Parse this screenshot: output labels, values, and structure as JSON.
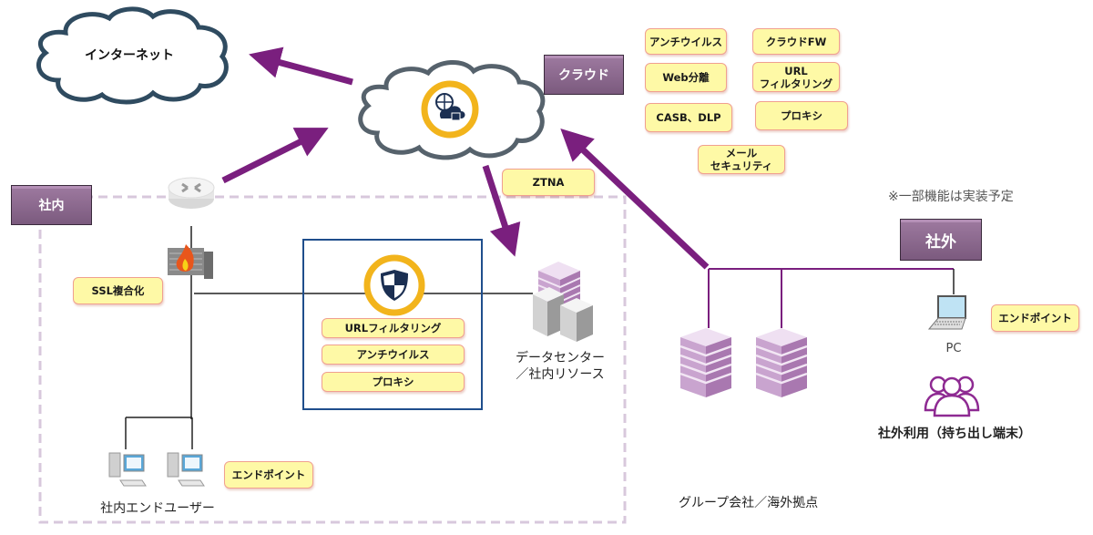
{
  "internet": {
    "label": "インターネット"
  },
  "cloud": {
    "zone_label": "クラウド",
    "services": [
      {
        "label": "アンチウイルス"
      },
      {
        "label": "クラウドFW"
      },
      {
        "label": "Web分離"
      },
      {
        "label": "URL\nフィルタリング"
      },
      {
        "label": "CASB、DLP"
      },
      {
        "label": "プロキシ"
      },
      {
        "label": "メール\nセキュリティ"
      }
    ],
    "ztna_label": "ZTNA"
  },
  "internal": {
    "zone_label": "社内",
    "ssl_label": "SSL複合化",
    "gateway_features": [
      {
        "label": "URLフィルタリング"
      },
      {
        "label": "アンチウイルス"
      },
      {
        "label": "プロキシ"
      }
    ],
    "datacenter_label": "データセンター\n／社内リソース",
    "endpoint_tag": "エンドポイント",
    "end_users_label": "社内エンドユーザー"
  },
  "external": {
    "zone_label": "社外",
    "note": "※一部機能は実装予定",
    "pc_label": "PC",
    "endpoint_tag": "エンドポイント",
    "remote_users_label": "社外利用（持ち出し端末）",
    "group_label": "グループ会社／海外拠点"
  },
  "colors": {
    "arrow": "#7a1f7e",
    "zone_fill": "#8e6a90",
    "tag_fill": "#fef9a6",
    "tag_border": "#f0a090",
    "ring": "#f2b41c",
    "gateway_box": "#1f4e8c",
    "dashed_border": "#d8c8dc"
  }
}
